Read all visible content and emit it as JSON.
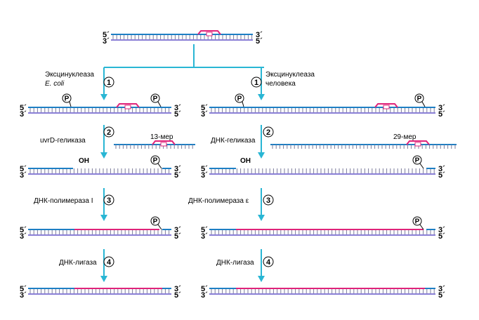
{
  "ends": {
    "five": "5´",
    "three": "3´"
  },
  "markers": {
    "phosphate": "P",
    "hydroxyl": "OH"
  },
  "steps": {
    "s1": "1",
    "s2": "2",
    "s3": "3",
    "s4": "4"
  },
  "left": {
    "excinuclease": "Эксцинуклеаза",
    "organism": "E. coli",
    "helicase": "uvrD-геликаза",
    "fragment": "13-мер",
    "polymerase": "ДНК-полимераза I",
    "ligase": "ДНК-лигаза"
  },
  "right": {
    "excinuclease": "Эксцинуклеаза",
    "organism": "человека",
    "helicase": "ДНК-геликаза",
    "fragment": "29-мер",
    "polymerase": "ДНК-полимераза  ε",
    "ligase": "ДНК-лигаза"
  },
  "colors": {
    "top_strand": "#1e7fc4",
    "bottom_strand": "#8a7fd6",
    "repair": "#e0237a",
    "lesion": "#e0237a",
    "arrow": "#29b6d4"
  }
}
